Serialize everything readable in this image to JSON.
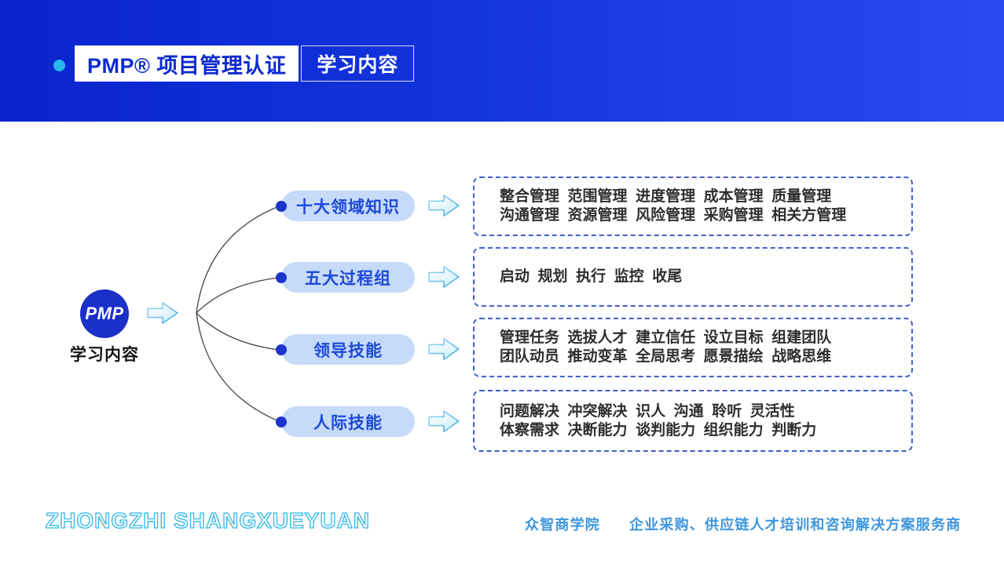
{
  "header": {
    "title": "PMP® 项目管理认证",
    "subtitle": "学习内容"
  },
  "root": {
    "logo": "PMP",
    "label": "学习内容"
  },
  "nodes": [
    {
      "label": "十大领域知识",
      "lines": [
        "整合管理  范围管理  进度管理  成本管理  质量管理",
        "沟通管理  资源管理  风险管理  采购管理  相关方管理"
      ]
    },
    {
      "label": "五大过程组",
      "lines": [
        "启动  规划  执行  监控  收尾"
      ]
    },
    {
      "label": "领导技能",
      "lines": [
        "管理任务  选拔人才  建立信任  设立目标  组建团队",
        "团队动员  推动变革  全局思考  愿景描绘  战略思维"
      ]
    },
    {
      "label": "人际技能",
      "lines": [
        "问题解决  冲突解决  识人  沟通  聆听  灵活性",
        "体察需求  决断能力  谈判能力  组织能力  判断力"
      ]
    }
  ],
  "footer": {
    "logo_text": "ZHONGZHI SHANGXUEYUAN",
    "brand": "众智商学院",
    "tagline": "企业采购、供应链人才培训和咨询解决方案服务商"
  },
  "colors": {
    "header_gradient_left": "#0a23cd",
    "header_gradient_right": "#2a4af0",
    "accent_cyan": "#29b6ea",
    "title_text_blue": "#0c2ad0",
    "pill_background": "#c6daf9",
    "pill_text": "#1d49da",
    "node_dot": "#1a36c9",
    "circle_blue": "#1b2fc9",
    "dashed_border": "#3e61cb",
    "body_text": "#2e2e2e",
    "footer_blue": "#3d96de"
  }
}
